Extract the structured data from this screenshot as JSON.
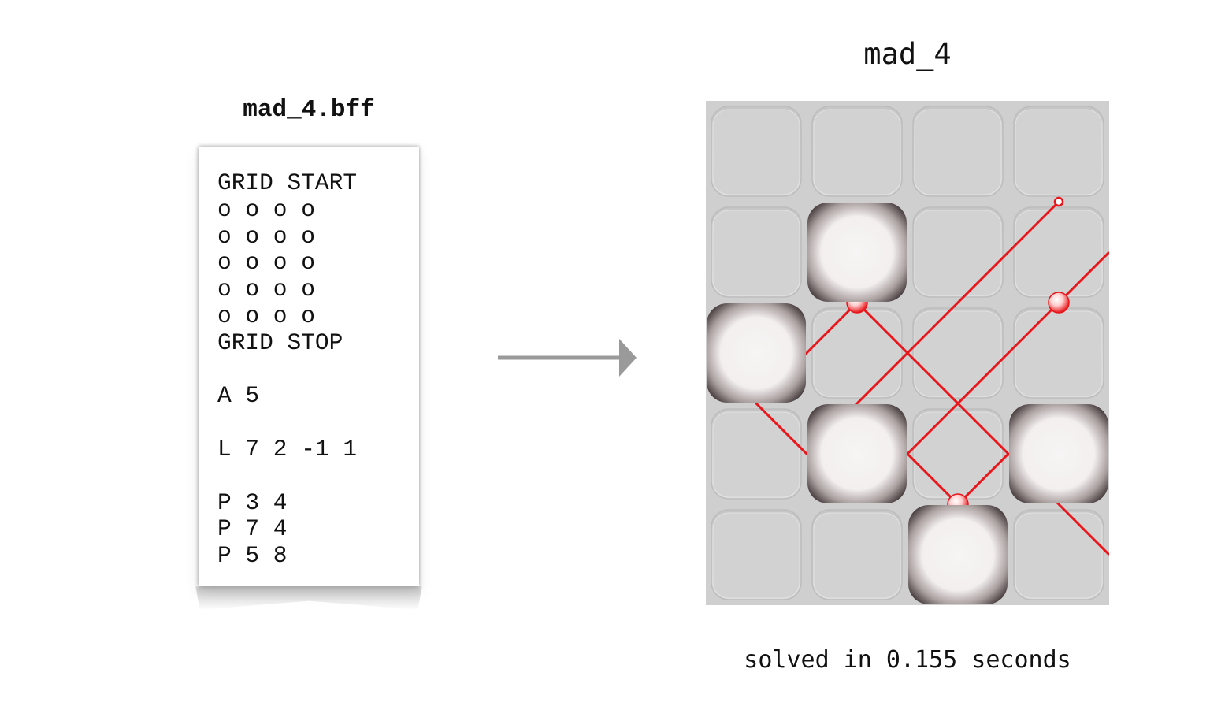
{
  "file": {
    "title": "mad_4.bff",
    "lines": [
      "GRID START",
      "o o o o",
      "o o o o",
      "o o o o",
      "o o o o",
      "o o o o",
      "GRID STOP",
      "",
      "A 5",
      "",
      "L 7 2 -1 1",
      "",
      "P 3 4",
      "P 7 4",
      "P 5 8"
    ]
  },
  "board": {
    "title": "mad_4",
    "columns": 4,
    "rows": 5,
    "blocks": [
      {
        "type": "A",
        "col": 1,
        "row": 1
      },
      {
        "type": "A",
        "col": 0,
        "row": 2
      },
      {
        "type": "A",
        "col": 1,
        "row": 3
      },
      {
        "type": "A",
        "col": 3,
        "row": 3
      },
      {
        "type": "A",
        "col": 2,
        "row": 4
      }
    ],
    "laser": {
      "start": [
        7,
        2
      ],
      "direction": [
        -1,
        1
      ],
      "path": [
        [
          7,
          2
        ],
        [
          6,
          3
        ],
        [
          5,
          4
        ],
        [
          4,
          5
        ],
        [
          3,
          6
        ],
        [
          2,
          7
        ],
        [
          1,
          6
        ],
        [
          2,
          5
        ],
        [
          3,
          4
        ],
        [
          4,
          5
        ],
        [
          5,
          6
        ],
        [
          6,
          7
        ],
        [
          7,
          8
        ],
        [
          8,
          9
        ]
      ],
      "secondary_path": [
        [
          8,
          3
        ],
        [
          7,
          4
        ],
        [
          6,
          5
        ],
        [
          5,
          6
        ],
        [
          4,
          7
        ],
        [
          5,
          8
        ],
        [
          6,
          7
        ]
      ]
    },
    "targets": [
      [
        3,
        4
      ],
      [
        7,
        4
      ],
      [
        5,
        8
      ]
    ],
    "laser_color": "#e8161b"
  },
  "status": {
    "solve_time": "solved in 0.155 seconds"
  }
}
